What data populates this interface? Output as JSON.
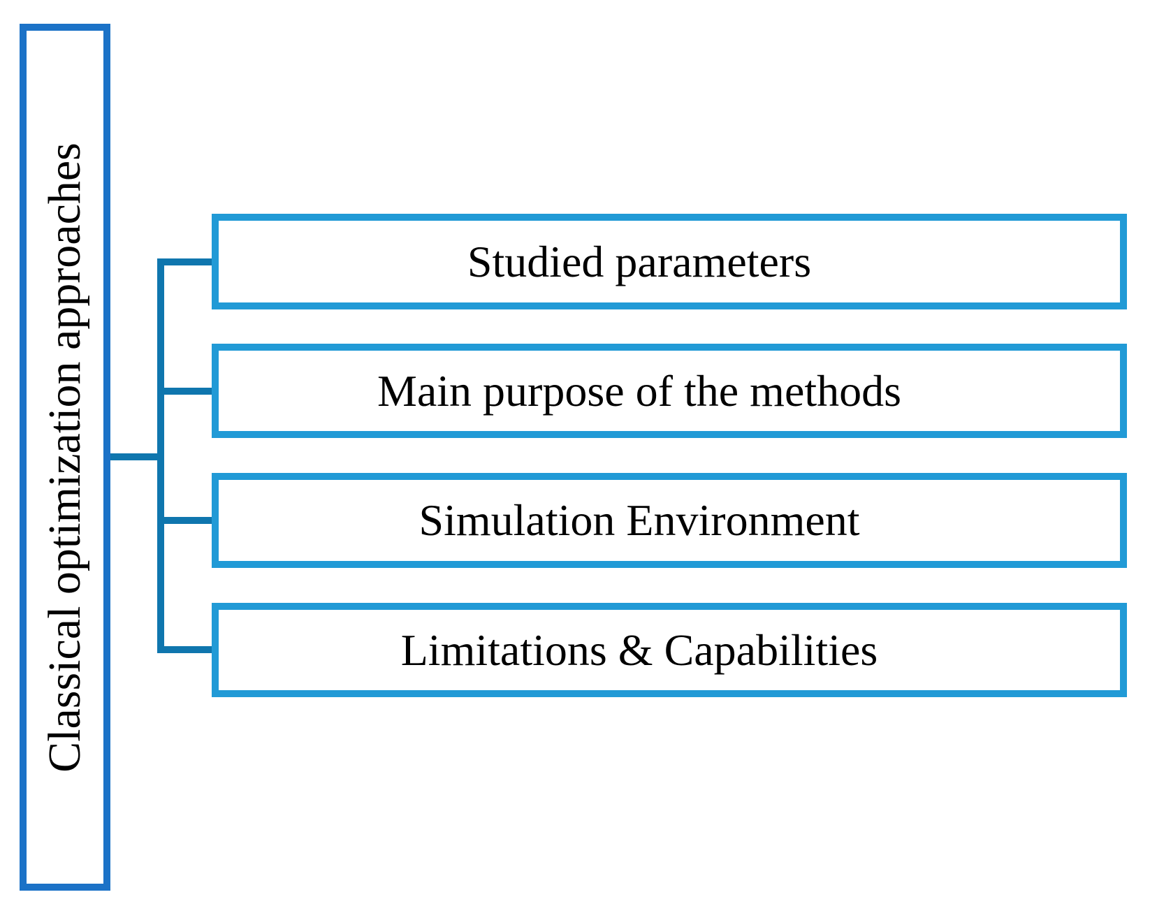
{
  "diagram": {
    "root": {
      "label": "Classical optimization approaches"
    },
    "children": [
      {
        "label": "Studied parameters"
      },
      {
        "label": "Main purpose of the methods"
      },
      {
        "label": "Simulation Environment"
      },
      {
        "label": "Limitations & Capabilities"
      }
    ],
    "colors": {
      "root_border": "#1b72c7",
      "child_border": "#219ad6",
      "connector": "#0f76ae",
      "text": "#000000",
      "background": "#ffffff"
    }
  }
}
